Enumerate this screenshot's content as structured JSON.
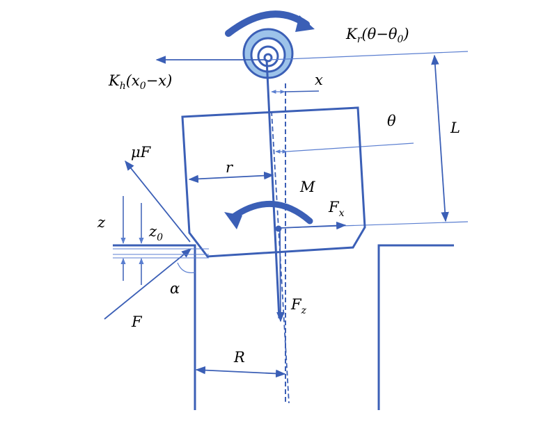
{
  "colors": {
    "line": "#3b5fb6",
    "thin": "#5a7ed0",
    "spring_light": "#9dc3ea",
    "text": "#000000"
  },
  "labels": {
    "kr": {
      "main": "K",
      "sub": "r",
      "rest": "(θ−θ",
      "sub2": "0",
      "end": ")"
    },
    "kh": {
      "main": "K",
      "sub": "h",
      "rest": "(x",
      "sub2": "0",
      "end": "−x)"
    },
    "x": "x",
    "theta": "θ",
    "L": "L",
    "muF": "μF",
    "r": "r",
    "M": "M",
    "Fx": {
      "main": "F",
      "sub": "x"
    },
    "z": "z",
    "z0": {
      "main": "z",
      "sub": "0"
    },
    "alpha": "α",
    "F": "F",
    "Fz": {
      "main": "F",
      "sub": "z"
    },
    "R": "R"
  },
  "icons": [
    "torsion-spring-icon",
    "moment-arrow-icon"
  ]
}
